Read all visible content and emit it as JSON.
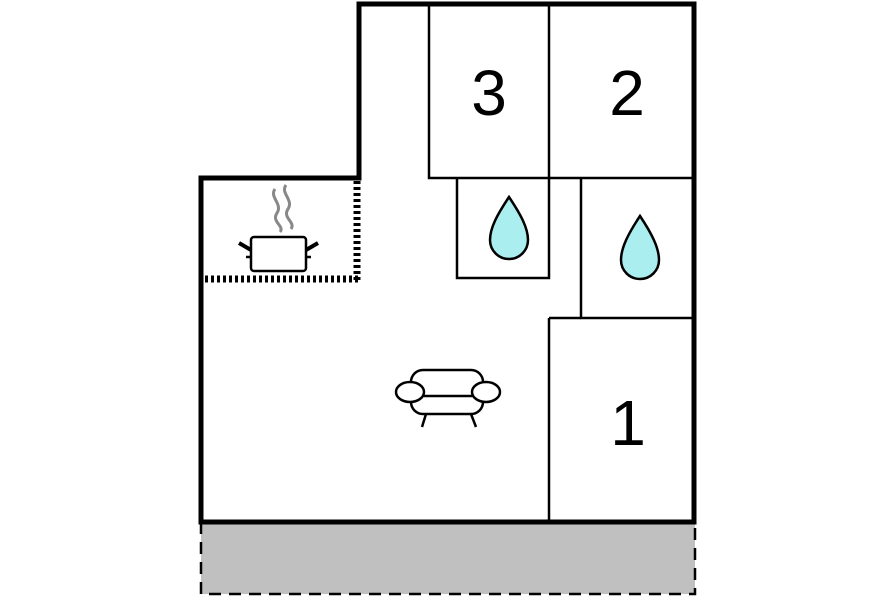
{
  "rooms": [
    {
      "label": "3",
      "kind": "bedroom"
    },
    {
      "label": "2",
      "kind": "bedroom"
    },
    {
      "label": "1",
      "kind": "bedroom"
    }
  ],
  "icons": {
    "kitchen": "cooking-pot-icon",
    "living": "sofa-icon",
    "bathroom": "water-drop-icon"
  },
  "colors": {
    "wall": "#000000",
    "water": "#aaeef0",
    "terrace": "#c0c0c0",
    "steam": "#888888"
  }
}
